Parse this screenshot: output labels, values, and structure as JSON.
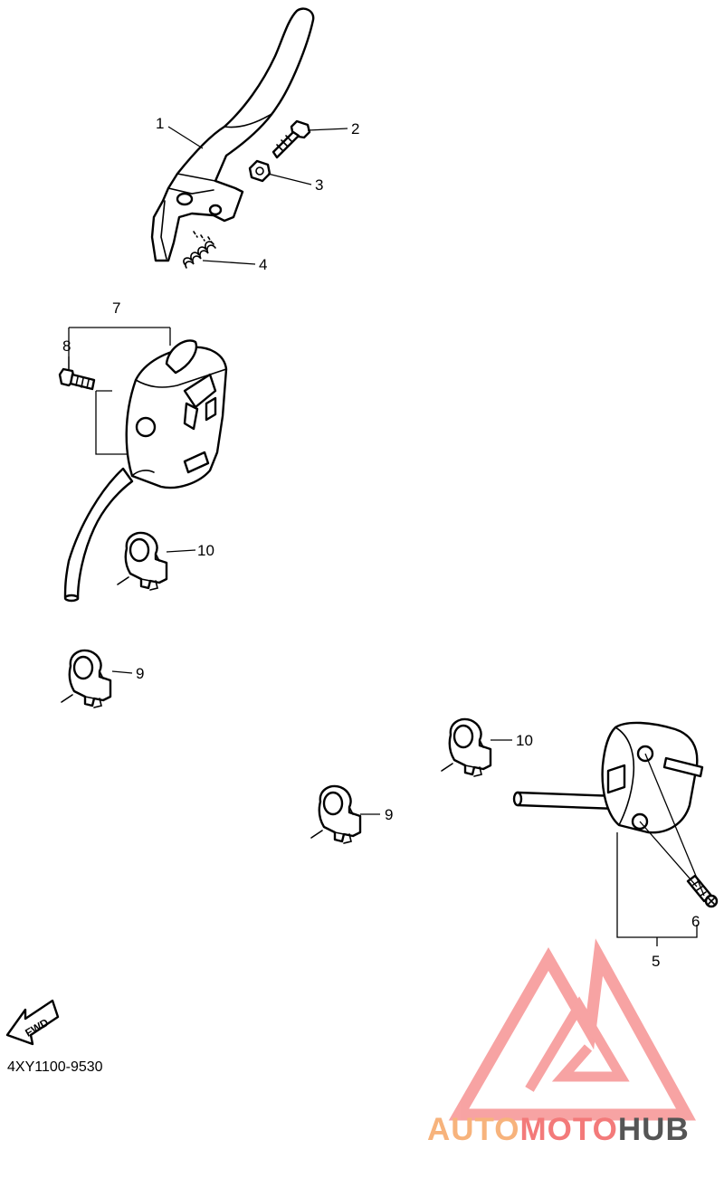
{
  "diagram": {
    "part_code": "4XY1100-9530",
    "direction_label": "FWD",
    "callouts": [
      {
        "id": "1",
        "label": "1"
      },
      {
        "id": "2",
        "label": "2"
      },
      {
        "id": "3",
        "label": "3"
      },
      {
        "id": "4",
        "label": "4"
      },
      {
        "id": "7",
        "label": "7"
      },
      {
        "id": "8",
        "label": "8"
      },
      {
        "id": "10a",
        "label": "10"
      },
      {
        "id": "9a",
        "label": "9"
      },
      {
        "id": "10b",
        "label": "10"
      },
      {
        "id": "9b",
        "label": "9"
      },
      {
        "id": "6",
        "label": "6"
      },
      {
        "id": "5",
        "label": "5"
      }
    ]
  },
  "watermark": {
    "brand_part1": "AUTO",
    "brand_part2": "MOTO",
    "brand_part3": "HUB",
    "colors": {
      "auto": "#f7b37c",
      "moto": "#f37a7a",
      "hub": "#555555",
      "logo": "#f79a9a"
    }
  }
}
